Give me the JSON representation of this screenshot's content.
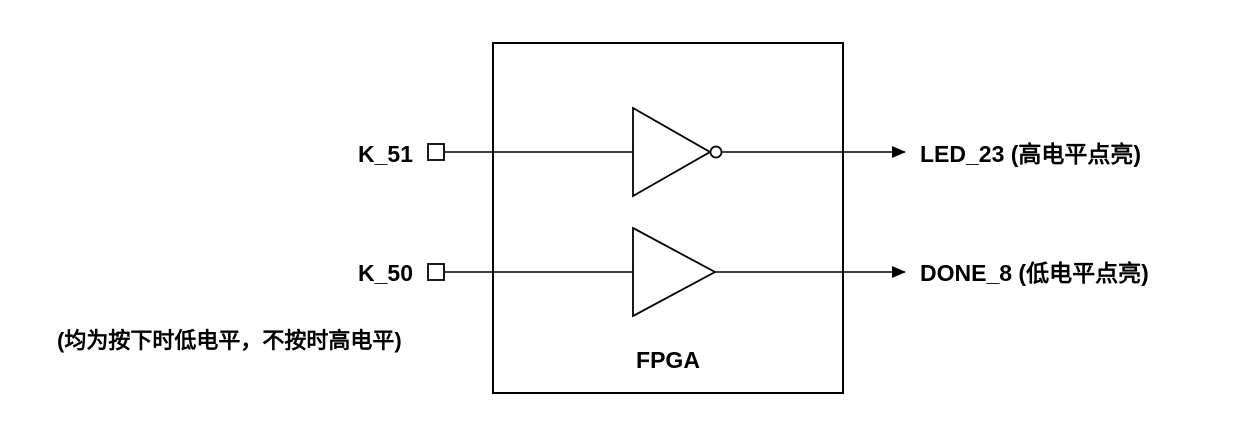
{
  "inputs": {
    "k51": "K_51",
    "k50": "K_50"
  },
  "outputs": {
    "led": "LED_23 (高电平点亮)",
    "done": "DONE_8 (低电平点亮)"
  },
  "block": {
    "label": "FPGA"
  },
  "note": "(均为按下时低电平，不按时高电平)",
  "icons": {
    "input_pin": "square-pin-icon",
    "inverter": "not-gate-icon",
    "buffer": "buffer-gate-icon",
    "arrow": "arrowhead-icon"
  }
}
